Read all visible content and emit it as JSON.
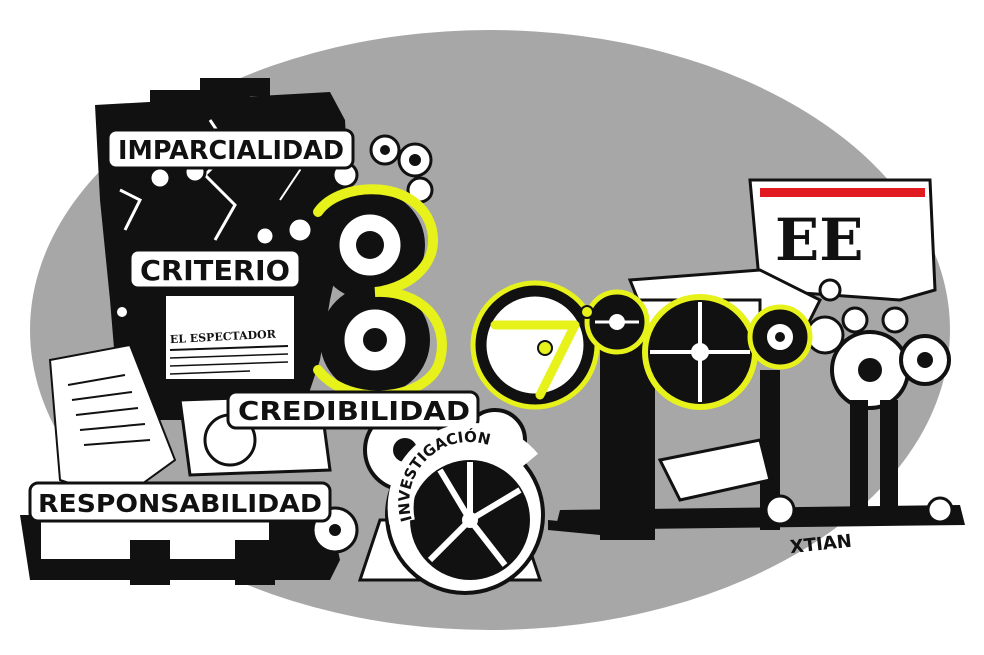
{
  "labels": {
    "imparcialidad": "IMPARCIALIDAD",
    "criterio": "CRITERIO",
    "credibilidad": "CREDIBILIDAD",
    "responsabilidad": "RESPONSABILIDAD",
    "investigacion": "INVESTIGACIÓN"
  },
  "newspaper_masthead": "EL ESPECTADOR",
  "logo_text": "EE",
  "big_number": {
    "d1": "3",
    "d2": "7",
    "d3": ".",
    "d4": "0",
    "d5": "0",
    "d6": "0"
  },
  "signature": "XTIAN",
  "colors": {
    "background_ellipse": "#a7a7a7",
    "ink": "#111111",
    "highlight": "#e6f21a",
    "logo_red": "#e21b23",
    "paper": "#ffffff"
  }
}
